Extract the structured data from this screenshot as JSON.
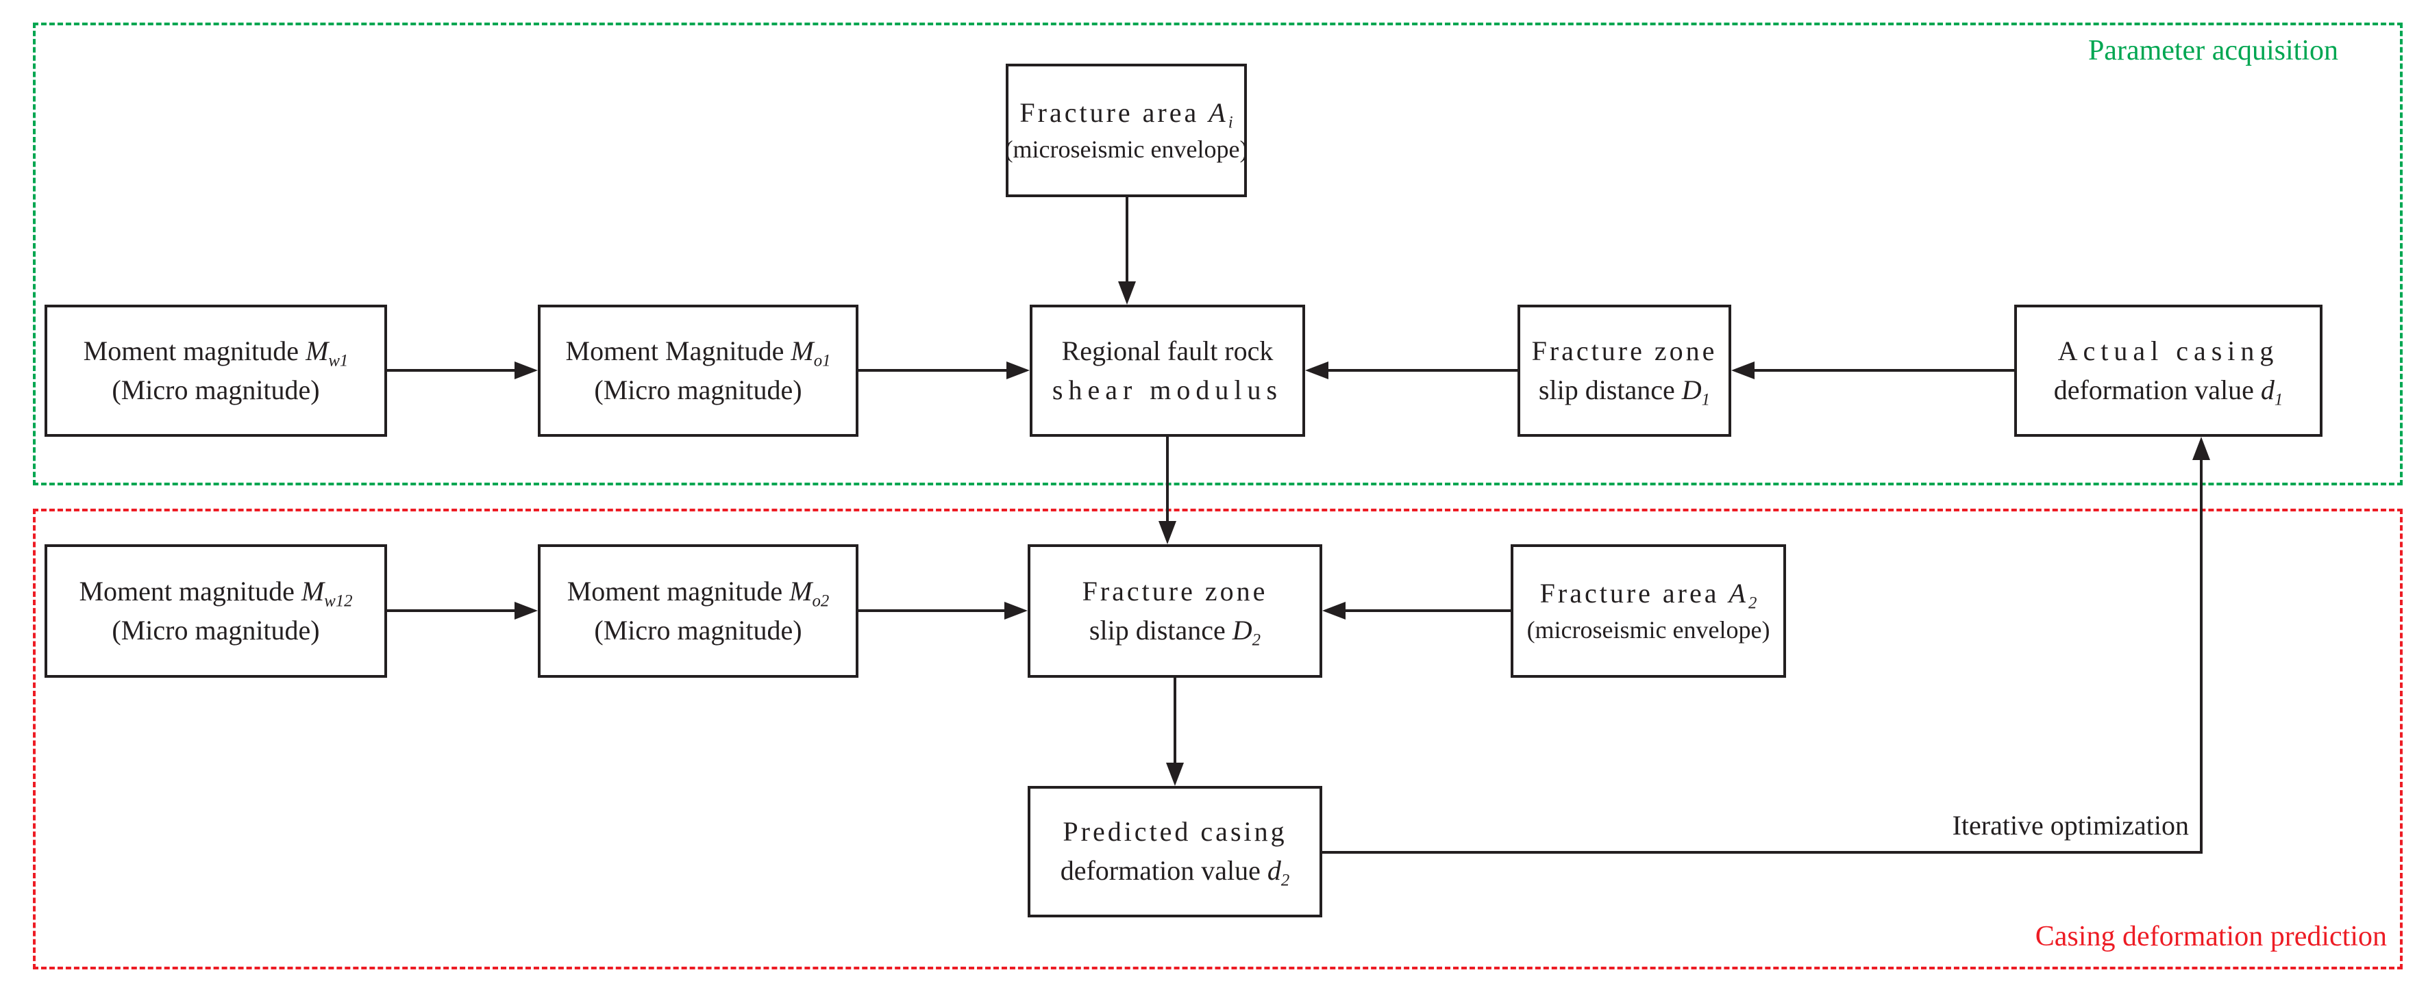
{
  "palette": {
    "green": "#00a651",
    "red": "#ed1c24",
    "ink": "#231f20"
  },
  "regions": {
    "parameter_acquisition": {
      "label": "Parameter acquisition"
    },
    "casing_deformation_prediction": {
      "label": "Casing deformation prediction"
    }
  },
  "labels": {
    "iterative_optimization": "Iterative optimization"
  },
  "boxes": {
    "fracture_area_a1": {
      "l1_pre": "Fracture area ",
      "l1_var": "A",
      "l1_sub": "i",
      "l2": "(microseismic envelope)"
    },
    "moment_magnitude_mw1": {
      "l1_pre": "Moment magnitude ",
      "l1_var": "M",
      "l1_sub": "w1",
      "l2": "(Micro magnitude)"
    },
    "moment_magnitude_mo1": {
      "l1_pre": "Moment Magnitude ",
      "l1_var": "M",
      "l1_sub": "o1",
      "l2": "(Micro magnitude)"
    },
    "regional_fault_rock": {
      "l1": "Regional fault rock",
      "l2": "shear modulus"
    },
    "fracture_zone_d1": {
      "l1": "Fracture zone",
      "l2_pre": "slip distance ",
      "l2_var": "D",
      "l2_sub": "1"
    },
    "actual_casing_d1": {
      "l1": "Actual casing",
      "l2_pre": "deformation value ",
      "l2_var": "d",
      "l2_sub": "1"
    },
    "moment_magnitude_mw12": {
      "l1_pre": "Moment magnitude ",
      "l1_var": "M",
      "l1_sub": "w12",
      "l2": "(Micro magnitude)"
    },
    "moment_magnitude_mo2": {
      "l1_pre": "Moment magnitude ",
      "l1_var": "M",
      "l1_sub": "o2",
      "l2": "(Micro magnitude)"
    },
    "fracture_zone_d2": {
      "l1": "Fracture zone",
      "l2_pre": "slip distance ",
      "l2_var": "D",
      "l2_sub": "2"
    },
    "fracture_area_a2": {
      "l1_pre": "Fracture area ",
      "l1_var": "A",
      "l1_sub": "2",
      "l2": "(microseismic envelope)"
    },
    "predicted_casing_d2": {
      "l1": "Predicted casing",
      "l2_pre": "deformation value ",
      "l2_var": "d",
      "l2_sub": "2"
    }
  }
}
